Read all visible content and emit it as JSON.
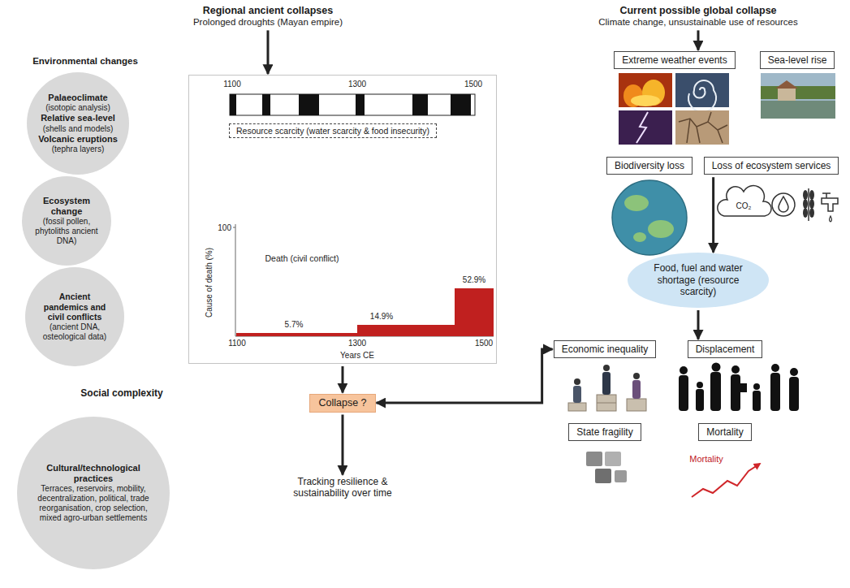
{
  "diagram": {
    "nodes": [
      {
        "text": [
          "Regional ancient collapses",
          "Prolonged droughts (Mayan empire)"
        ]
      },
      {
        "text": [
          "Current possible global collapse",
          "Climate change, unsustainable use of resources"
        ]
      },
      {
        "text": [
          "Palaeoclimate",
          "(isotopic analysis)",
          "Relative sea-level",
          "(shells and models)",
          "Volcanic eruptions",
          "(tephra layers)"
        ]
      },
      {
        "text": [
          "Ecosystem change",
          "(fossil pollen, phytoliths ancient DNA)"
        ]
      },
      {
        "text": [
          "Ancient pandemics and civil conflicts",
          "(ancient DNA, osteological data)"
        ]
      },
      {
        "text": [
          "1100",
          "1300",
          "1500",
          "Cause of death (%)",
          "100",
          "Death (civil conflict)",
          "5.7%",
          "14.9%",
          "52.9%",
          "1100",
          "1300",
          "1500",
          "Years CE"
        ]
      },
      {
        "text": [
          "Resource scarcity (water scarcity & food insecurity)"
        ],
        "in": 5
      },
      {
        "text": [
          "Extreme weather events"
        ]
      },
      {
        "text": [
          "Sea-level rise"
        ]
      },
      {
        "text": [
          "Biodiversity loss"
        ]
      },
      {
        "text": [
          "Loss of ecosystem services"
        ]
      },
      {
        "text": [
          "Food, fuel and water shortage (resource scarcity)"
        ]
      },
      {
        "text": [
          "Cultural/technological practices",
          "Terraces, reservoirs, mobility, decentralization, political, trade reorganisation, crop selection, mixed agro-urban settlements"
        ]
      },
      {
        "text": [
          "Collapse ?"
        ]
      },
      {
        "text": [
          "Economic inequality"
        ]
      },
      {
        "text": [
          "Displacement"
        ]
      },
      {
        "text": [
          "State fragility"
        ]
      },
      {
        "text": [
          "Mortality"
        ]
      },
      {
        "text": [
          "Tracking resilience & sustainability over time"
        ]
      }
    ],
    "edges": [
      {
        "from": 0,
        "to": 5,
        "arrow": "to"
      },
      {
        "from": 1,
        "to": 7,
        "arrow": "to"
      },
      {
        "from": 5,
        "to": 13,
        "arrow": "to"
      },
      {
        "from": 13,
        "to": 18,
        "arrow": "to"
      },
      {
        "from": 13,
        "to": 14,
        "arrow": "both"
      },
      {
        "from": 10,
        "to": 11,
        "arrow": "to"
      },
      {
        "from": 11,
        "to": 15,
        "arrow": "to"
      }
    ],
    "labels": [
      "Environmental changes",
      "Social complexity",
      "CO₂",
      "Mortality"
    ]
  }
}
